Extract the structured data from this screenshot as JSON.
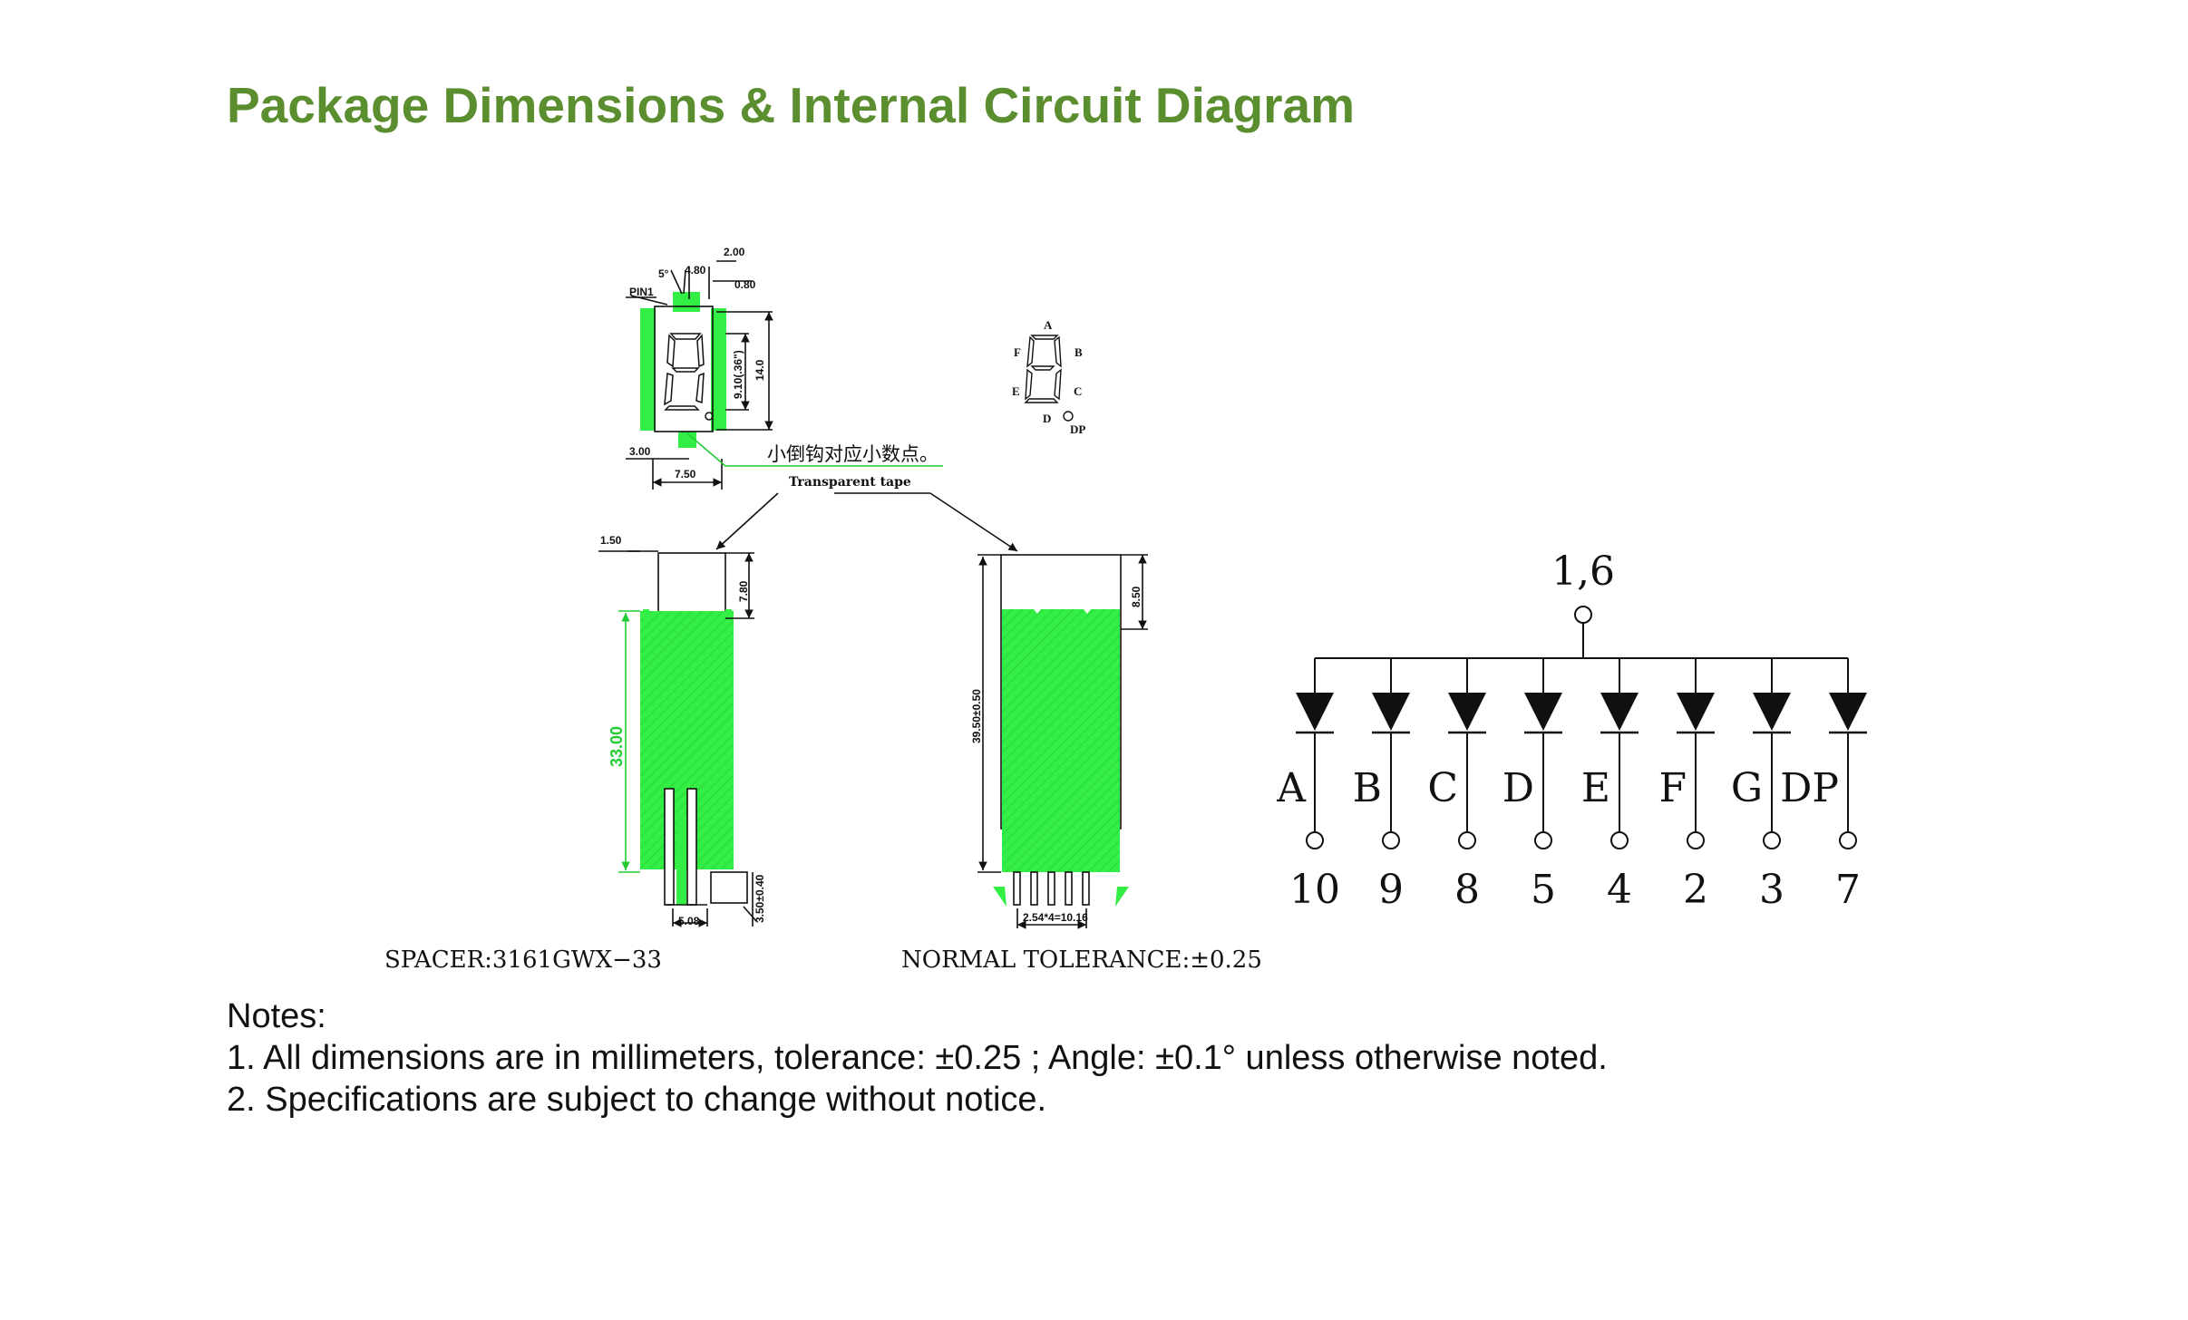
{
  "title": "Package Dimensions & Internal Circuit Diagram",
  "colors": {
    "title": "#5b8e2f",
    "led_green": "#33ee44",
    "dim_green": "#22cc33",
    "line": "#111111"
  },
  "package": {
    "top_view": {
      "dims": {
        "d_200": "2.00",
        "d_480": "4.80",
        "angle": "5°",
        "d_080": "0.80",
        "pin1": "PIN1",
        "d_910": "9.10(.36\")",
        "d_140": "14.0",
        "d_300": "3.00",
        "d_750": "7.50"
      },
      "dp_note": "小倒钩对应小数点。",
      "tape_label": "Transparent tape"
    },
    "segment_legend": {
      "a": "A",
      "b": "B",
      "c": "C",
      "d": "D",
      "e": "E",
      "f": "F",
      "dp": "DP"
    },
    "side_view_left": {
      "d_150": "1.50",
      "d_780": "7.80",
      "d_3300": "33.00",
      "d_350": "3.50±0.40",
      "d_508": "5.08"
    },
    "side_view_right": {
      "d_850": "8.50",
      "d_3950": "39.50±0.50",
      "d_pitch": "2.54*4=10.16"
    },
    "spacer_label": "SPACER:3161GWX−33",
    "tolerance_label": "NORMAL TOLERANCE:±0.25"
  },
  "circuit": {
    "common_pin": "1,6",
    "segments": [
      {
        "label": "A",
        "pin": "10"
      },
      {
        "label": "B",
        "pin": "9"
      },
      {
        "label": "C",
        "pin": "8"
      },
      {
        "label": "D",
        "pin": "5"
      },
      {
        "label": "E",
        "pin": "4"
      },
      {
        "label": "F",
        "pin": "2"
      },
      {
        "label": "G",
        "pin": "3"
      },
      {
        "label": "DP",
        "pin": "7"
      }
    ]
  },
  "notes": {
    "heading": "Notes:",
    "line1": "1. All dimensions are in millimeters, tolerance: ±0.25 ; Angle: ±0.1° unless otherwise noted.",
    "line2": "2. Specifications are subject to change without notice."
  }
}
